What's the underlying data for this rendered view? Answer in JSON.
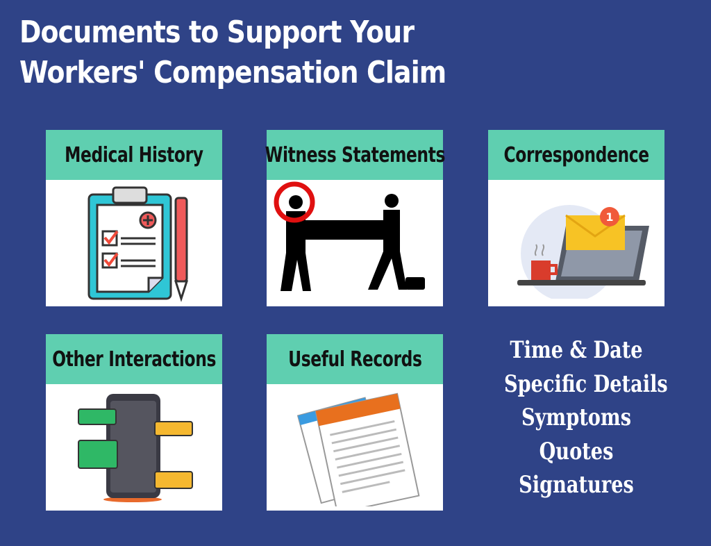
{
  "title": {
    "line1": "Documents to Support Your",
    "line2": "Workers' Compensation Claim"
  },
  "cards": [
    {
      "label": "Medical History",
      "icon": "clipboard-icon"
    },
    {
      "label": "Witness Statements",
      "icon": "workers-carrying-icon"
    },
    {
      "label": "Correspondence",
      "icon": "email-laptop-icon"
    },
    {
      "label": "Other Interactions",
      "icon": "phone-chat-icon"
    },
    {
      "label": "Useful Records",
      "icon": "documents-icon"
    }
  ],
  "details": [
    "Time & Date",
    "Specific Details",
    "Symptoms",
    "Quotes",
    "Signatures"
  ],
  "colors": {
    "background": "#2f4387",
    "header": "#5fcfb0"
  }
}
